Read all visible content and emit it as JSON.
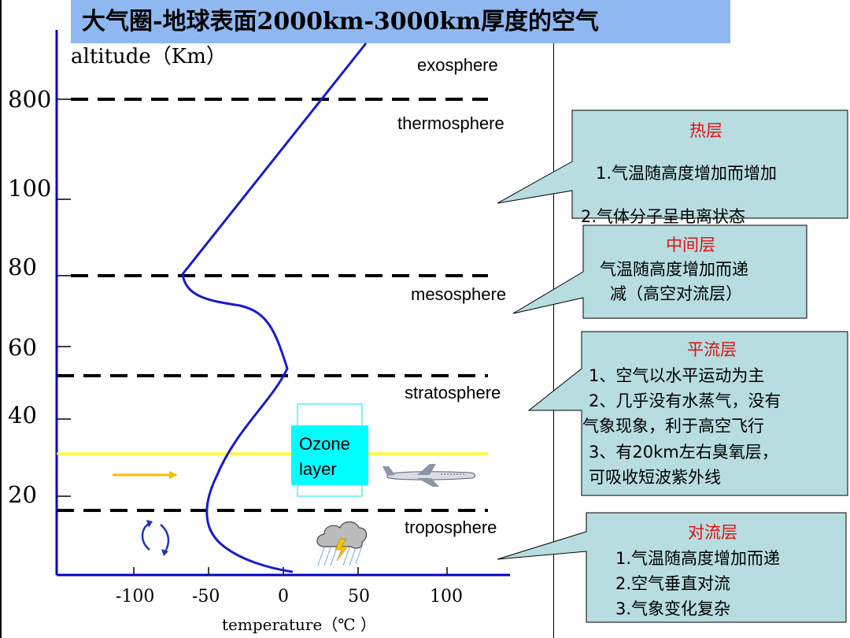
{
  "title": "大气圈-地球表面2000km-3000km厚度的空气",
  "y_axis": {
    "label": "altitude（Km）",
    "ticks": [
      "800",
      "100",
      "80",
      "60",
      "40",
      "20"
    ]
  },
  "x_axis": {
    "label": "temperature（℃ ）",
    "ticks": [
      "-100",
      "-50",
      "0",
      "50",
      "100"
    ]
  },
  "layers": {
    "exosphere": "exosphere",
    "thermosphere": "thermosphere",
    "mesosphere": "mesosphere",
    "stratosphere": "stratosphere",
    "troposphere": "troposphere"
  },
  "ozone": {
    "line1": "Ozone",
    "line2": "layer"
  },
  "callouts": {
    "thermo": {
      "title": "热层",
      "line1": "1.气温随高度增加而增加",
      "line2": "2.气体分子呈电离状态"
    },
    "meso": {
      "title": "中间层",
      "line1": "气温随高度增加而递",
      "line2": "减（高空对流层）"
    },
    "strato": {
      "title": "平流层",
      "line1": "1、空气以水平运动为主",
      "line2": "2、几乎没有水蒸气，没有",
      "line3": "气象现象，利于高空飞行",
      "line4": "3、有20km左右臭氧层，",
      "line5": "可吸收短波紫外线"
    },
    "tropo": {
      "title": "对流层",
      "line1": "1.气温随高度增加而递",
      "line2": "2.空气垂直对流",
      "line3": "3.气象变化复杂"
    }
  },
  "colors": {
    "title_bg": "#8fb8f0",
    "axis": "#0000cc",
    "curve": "#1a1acc",
    "callout_bg": "#b7dde0",
    "ozone_box": "#00ffff",
    "ozone_line": "#ffff00",
    "arrow": "#f0c000",
    "callout_title": "#cc0000"
  },
  "icons": [
    "convection-arrows-icon",
    "storm-cloud-icon",
    "airplane-icon",
    "right-arrow-icon"
  ]
}
